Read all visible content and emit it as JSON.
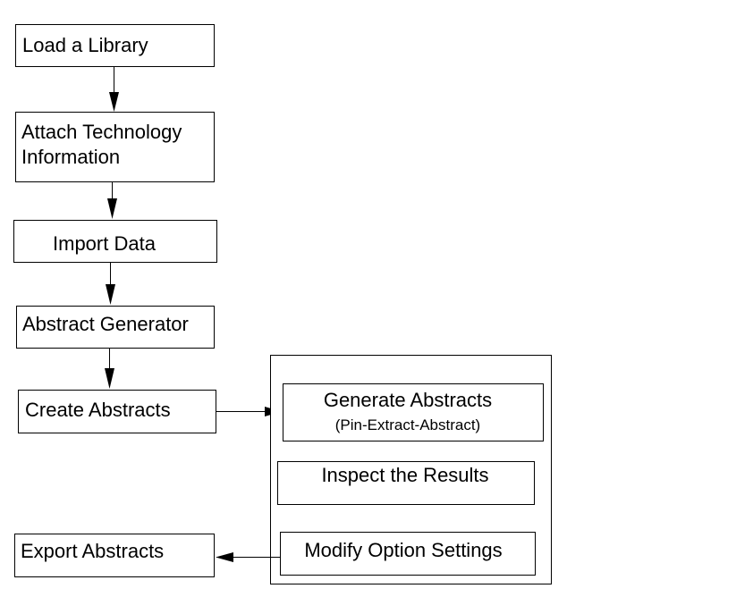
{
  "steps": {
    "load_library": "Load a Library",
    "attach_tech_line1": "Attach Technology",
    "attach_tech_line2": "Information",
    "import_data": "Import Data",
    "abstract_generator": "Abstract Generator",
    "create_abstracts": "Create Abstracts",
    "export_abstracts": "Export Abstracts"
  },
  "group": {
    "generate_abstracts": "Generate Abstracts",
    "generate_abstracts_sub": "(Pin-Extract-Abstract)",
    "inspect_results": "Inspect the Results",
    "modify_options": "Modify Option Settings"
  }
}
